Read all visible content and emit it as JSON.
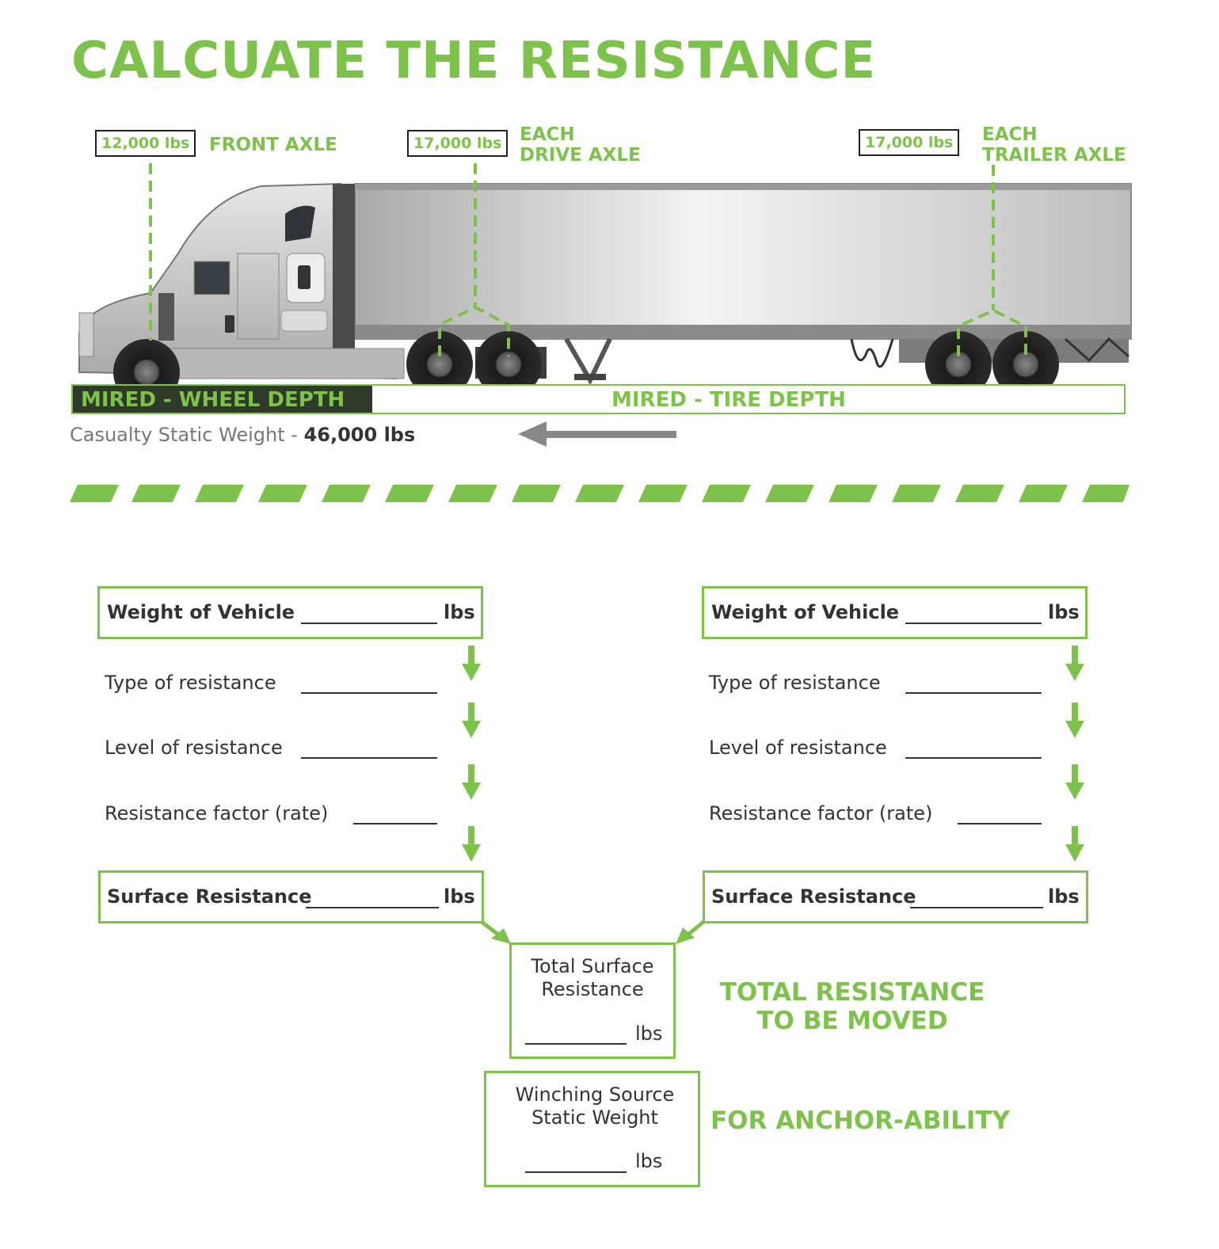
{
  "title": "CALCUATE THE RESISTANCE",
  "axles": {
    "front": {
      "weight": "12,000 lbs",
      "label": "FRONT AXLE"
    },
    "drive": {
      "weight": "17,000 lbs",
      "label_line1": "EACH",
      "label_line2": "DRIVE AXLE"
    },
    "trailer": {
      "weight": "17,000 lbs",
      "label_line1": "EACH",
      "label_line2": "TRAILER AXLE"
    }
  },
  "ground": {
    "wheel_depth": "MIRED - WHEEL DEPTH",
    "tire_depth": "MIRED - TIRE DEPTH"
  },
  "casualty": {
    "label": "Casualty Static Weight - ",
    "value": "46,000 lbs"
  },
  "form": {
    "left": {
      "weight_label": "Weight of Vehicle",
      "unit": "lbs",
      "type_label": "Type of resistance",
      "level_label": "Level of resistance",
      "factor_label": "Resistance factor (rate)",
      "surface_label": "Surface Resistance"
    },
    "right": {
      "weight_label": "Weight of Vehicle",
      "unit": "lbs",
      "type_label": "Type of resistance",
      "level_label": "Level of resistance",
      "factor_label": "Resistance factor (rate)",
      "surface_label": "Surface Resistance"
    },
    "total": {
      "line1": "Total Surface",
      "line2": "Resistance",
      "unit": "lbs"
    },
    "winching": {
      "line1": "Winching Source",
      "line2": "Static Weight",
      "unit": "lbs"
    },
    "total_caption_line1": "TOTAL RESISTANCE",
    "total_caption_line2": "TO BE MOVED",
    "anchor_caption": "FOR ANCHOR-ABILITY"
  },
  "colors": {
    "accent": "#7dc24b",
    "dark": "#2f3a2a",
    "text": "#333333"
  }
}
